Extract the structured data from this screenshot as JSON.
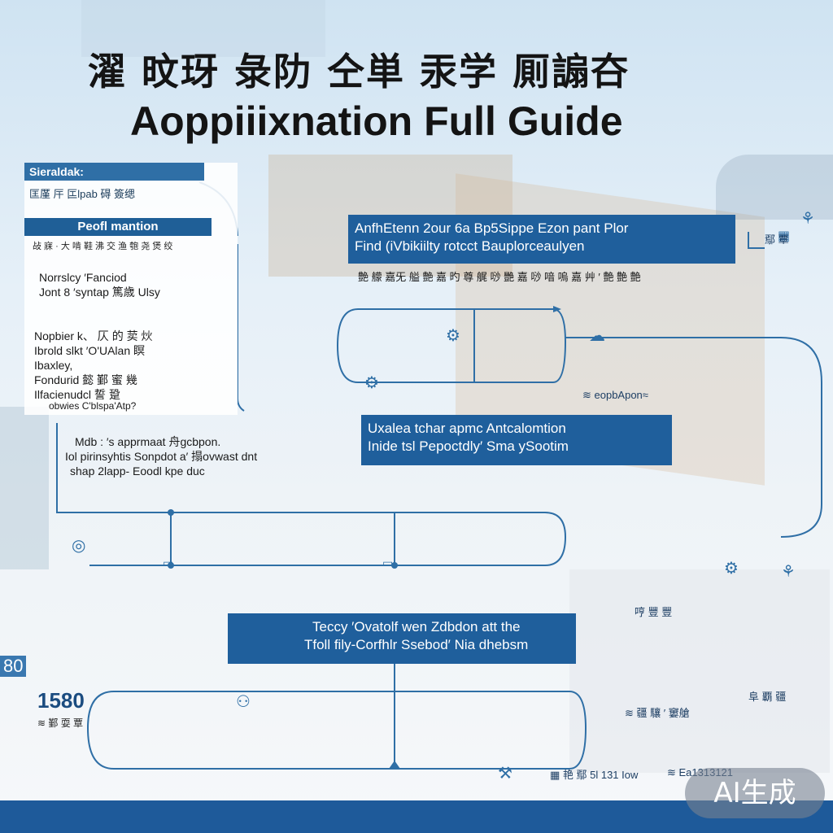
{
  "title": {
    "cn": "濯 旼玡 彔阞  仝単 汞学 厠謆夻",
    "en": "Aoppiiixnation Full Guide"
  },
  "left_panel": {
    "header1": "Sieraldak:",
    "header2": "匡厪 厈 匞lpab 碍 簽缌",
    "header3": "Peofl mantion",
    "sub": "敁 寐  ·  大 啃 鞋 沸 交 渔 匏 尧 煲 绞",
    "lines": [
      "Norrslcy  ′Fanciod",
      "Jont 8 ′syntap 篤歳 Ulsy",
      "Nopbier  k、 仄 的 荬 炏",
      "Ibrold slkt ′O'UAlan 瞑",
      "Ibaxley,",
      "Fondurid 懿 鄞 蜜 幾",
      "Ilfacienudcl 誓 跫",
      "obwies   C'blspa'Atp?"
    ]
  },
  "mid_left_text": [
    "Mdb  : ′s apprmaat 舟gcbpon.",
    "Iol pirinsyhtis Sonpdot a′ 搨ovwast dnt",
    "shap 2lapp-  Eoodl kpe duc"
  ],
  "box_top": {
    "line1": "AnfhEtenn  2our 6a  Bp5Sippe  Ezon  pant  Plor",
    "line2": "Find (iVbikiilty rotcct  Bauplorceaulyen"
  },
  "caption_top": "艶 艨 嘉旡 艗 艶 嘉 旳 尊 艉 唦 艷 嘉 唦 喑 嗚 嘉 艸  ′  艶 艶 艶",
  "box_mid": {
    "line1": "Uxalea  tchar apmc Antcalomtion",
    "line2": "Inide  tsl Pepoctdly′ Sma ySootim"
  },
  "label_mid": "≋ eopbApon≈",
  "box_bottom": {
    "line1": "Teccy  ′Ovatolf  wen Zdbdon att  the",
    "line2": "Tfoll fily-Corfhlr Ssebod′ Nia dhebsm"
  },
  "left_number": "1580",
  "left_number_sub": "≋ 鄞 耍 覃",
  "side_tag": "80",
  "right_misc": [
    "鄢 覃",
    "哼 豐 豐",
    "≋ 疆 驤  ′ 窶艙",
    "阜 覇 疆"
  ],
  "bottom_label": "▦ 艳 鄢 5l 131 Iow",
  "bottom_label2": "≋ Ea1313121",
  "ai_badge": "AI生成",
  "colors": {
    "accent_blue": "#1f5f9c",
    "line_blue": "#2f6fa6",
    "footer": "#1e5a9a"
  }
}
